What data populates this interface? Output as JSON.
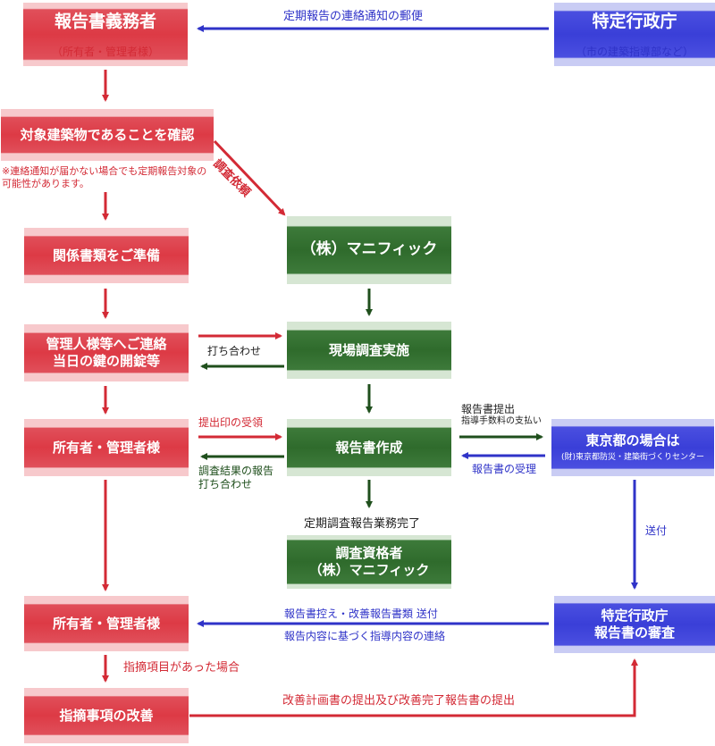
{
  "boxes": {
    "reporter": {
      "title": "報告書義務者",
      "sub": "（所有者・管理者様）"
    },
    "gov": {
      "title": "特定行政庁",
      "sub": "（市の建築指導部など）"
    },
    "confirm": {
      "title": "対象建築物であることを確認"
    },
    "confirm_note": "※連絡通知が届かない場合でも定期報告対象の可能性があります。",
    "documents": {
      "title": "関係書類をご準備"
    },
    "contact": {
      "line1": "管理人様等へご連絡",
      "line2": "当日の鍵の開錠等"
    },
    "owner1": {
      "title": "所有者・管理者様"
    },
    "owner2": {
      "title": "所有者・管理者様"
    },
    "improve": {
      "title": "指摘事項の改善"
    },
    "manifique": {
      "title": "（株）マニフィック"
    },
    "survey": {
      "title": "現場調査実施"
    },
    "report": {
      "title": "報告書作成"
    },
    "inspector": {
      "line1": "調査資格者",
      "line2": "（株）マニフィック"
    },
    "tokyo": {
      "title": "東京都の場合は",
      "sub": "(財)東京都防災・建築街づくりセンター"
    },
    "gov_review": {
      "line1": "特定行政庁",
      "line2": "報告書の審査"
    }
  },
  "labels": {
    "notice_mail": "定期報告の連絡通知の郵便",
    "request": "調査依頼",
    "meeting": "打ち合わせ",
    "seal_receipt": "提出印の受領",
    "result_line1": "調査結果の報告",
    "result_line2": "打ち合わせ",
    "submit_main": "報告書提出",
    "submit_sub": "指導手数料の支払い",
    "receipt": "報告書の受理",
    "complete": "定期調査報告業務完了",
    "send": "送付",
    "copy_send": "報告書控え・改善報告書類 送付",
    "guidance": "報告内容に基づく指導内容の連絡",
    "if_items": "指摘項目があった場合",
    "improve_submit": "改善計画書の提出及び改善完了報告書の提出"
  },
  "colors": {
    "red": "#dd3a45",
    "green": "#2f6b2c",
    "blue": "#3a3fd8"
  }
}
